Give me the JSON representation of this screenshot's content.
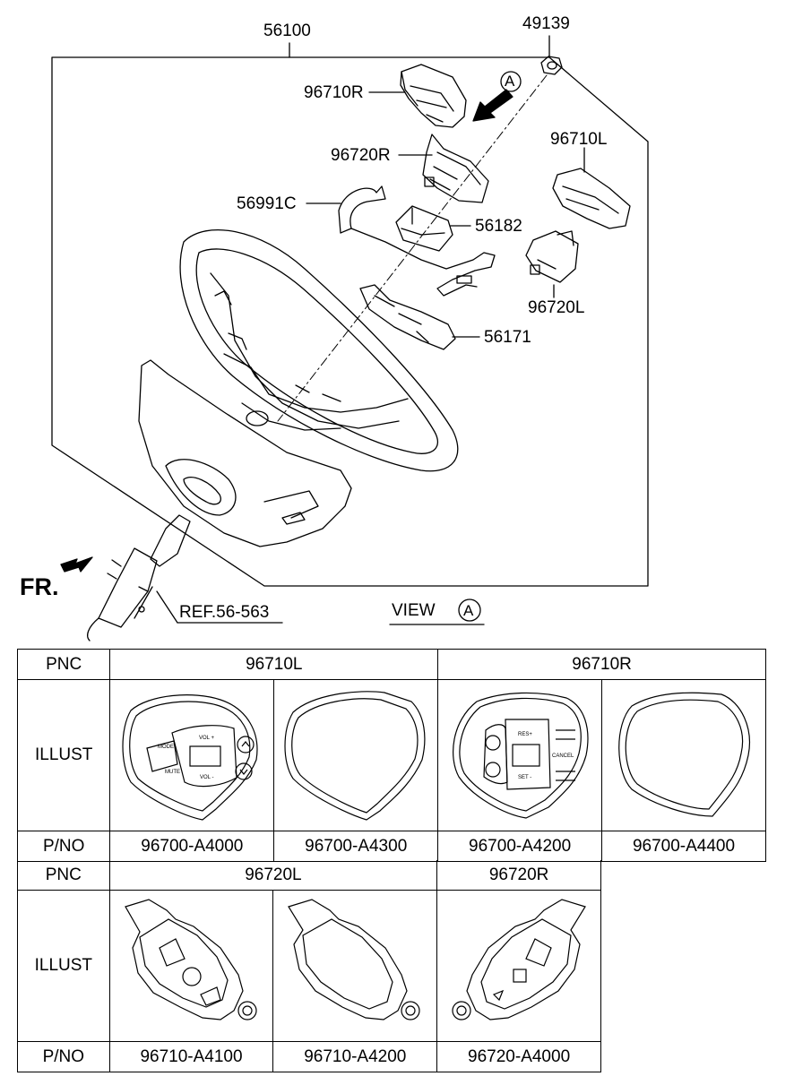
{
  "callouts": {
    "assembly": "56100",
    "nut": "49139",
    "switch_right_upper": "96710R",
    "switch_right_lower": "96720R",
    "switch_left_upper": "96710L",
    "switch_left_lower": "96720L",
    "clip": "56991C",
    "module": "56182",
    "bracket": "56171",
    "view_marker": "A"
  },
  "direction": {
    "front": "FR."
  },
  "reference": "REF.56-563",
  "view": {
    "label": "VIEW",
    "marker": "A"
  },
  "table1": {
    "pnc_label": "PNC",
    "illust_label": "ILLUST",
    "pno_label": "P/NO",
    "pnc": [
      "96710L",
      "96710R"
    ],
    "parts": [
      "96700-A4000",
      "96700-A4300",
      "96700-A4200",
      "96700-A4400"
    ],
    "button_text": {
      "a_mode": "MODE",
      "a_mute": "MUTE",
      "a_vol_up": "VOL +",
      "a_vol_down": "VOL -",
      "c_res": "RES+",
      "c_set": "SET -",
      "c_cancel": "CANCEL"
    }
  },
  "table2": {
    "pnc_label": "PNC",
    "illust_label": "ILLUST",
    "pno_label": "P/NO",
    "pnc": [
      "96720L",
      "96720R"
    ],
    "parts": [
      "96710-A4100",
      "96710-A4200",
      "96720-A4000"
    ]
  }
}
